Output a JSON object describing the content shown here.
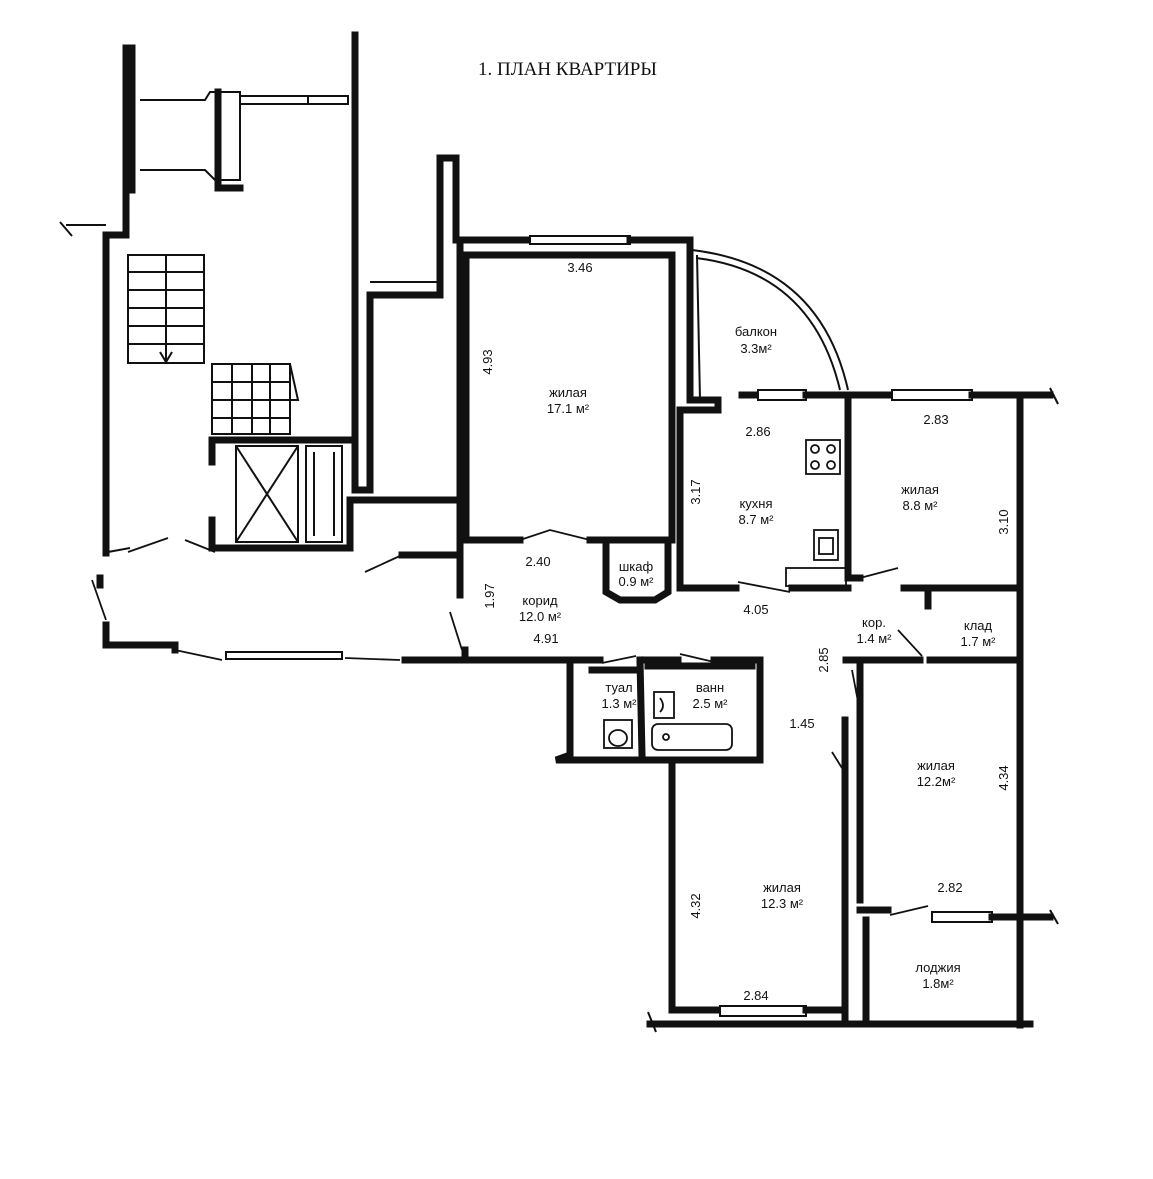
{
  "title": "1. ПЛАН КВАРТИРЫ",
  "rooms": {
    "living_big": {
      "name": "жилая",
      "area": "17.1 м²"
    },
    "balcony": {
      "name": "балкон",
      "area": "3.3м²"
    },
    "kitchen": {
      "name": "кухня",
      "area": "8.7 м²"
    },
    "living_small": {
      "name": "жилая",
      "area": "8.8 м²"
    },
    "wardrobe": {
      "name": "шкаф",
      "area": "0.9 м²"
    },
    "corridor": {
      "name": "корид",
      "area": "12.0 м²"
    },
    "corridor_small": {
      "name": "кор.",
      "area": "1.4 м²"
    },
    "storage": {
      "name": "клад",
      "area": "1.7 м²"
    },
    "toilet": {
      "name": "туал",
      "area": "1.3 м²"
    },
    "bath": {
      "name": "ванн",
      "area": "2.5 м²"
    },
    "living_mid": {
      "name": "жилая",
      "area": "12.2м²"
    },
    "living_low": {
      "name": "жилая",
      "area": "12.3 м²"
    },
    "loggia": {
      "name": "лоджия",
      "area": "1.8м²"
    }
  },
  "dimensions": {
    "d346": "3.46",
    "d493": "4.93",
    "d286": "2.86",
    "d283": "2.83",
    "d317": "3.17",
    "d310": "3.10",
    "d240": "2.40",
    "d197": "1.97",
    "d491": "4.91",
    "d405": "4.05",
    "d285": "2.85",
    "d145": "1.45",
    "d434": "4.34",
    "d282": "2.82",
    "d432": "4.32",
    "d284": "2.84"
  }
}
